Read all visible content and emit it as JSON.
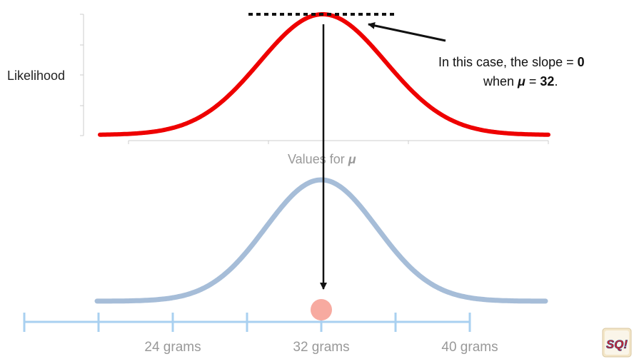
{
  "top_plot": {
    "y_label": "Likelihood",
    "x_label_text": "Values for ",
    "x_label_symbol": "μ"
  },
  "annotation": {
    "line1_text": "In this case, the slope = ",
    "line1_value": "0",
    "line2_prefix": "when ",
    "line2_symbol": "μ",
    "line2_equals": " = ",
    "line2_value": "32",
    "line2_suffix": "."
  },
  "bottom_axis": {
    "tick_labels": [
      "24 grams",
      "32 grams",
      "40 grams"
    ]
  },
  "colors": {
    "likelihood_curve": "#ee0000",
    "distribution_curve": "#a6bdd8",
    "axis_line": "#a9d0f0",
    "data_point": "#f7aaa0",
    "arrow": "#111111",
    "label_gray": "#999999"
  },
  "logo": {
    "text": "SQ!"
  }
}
